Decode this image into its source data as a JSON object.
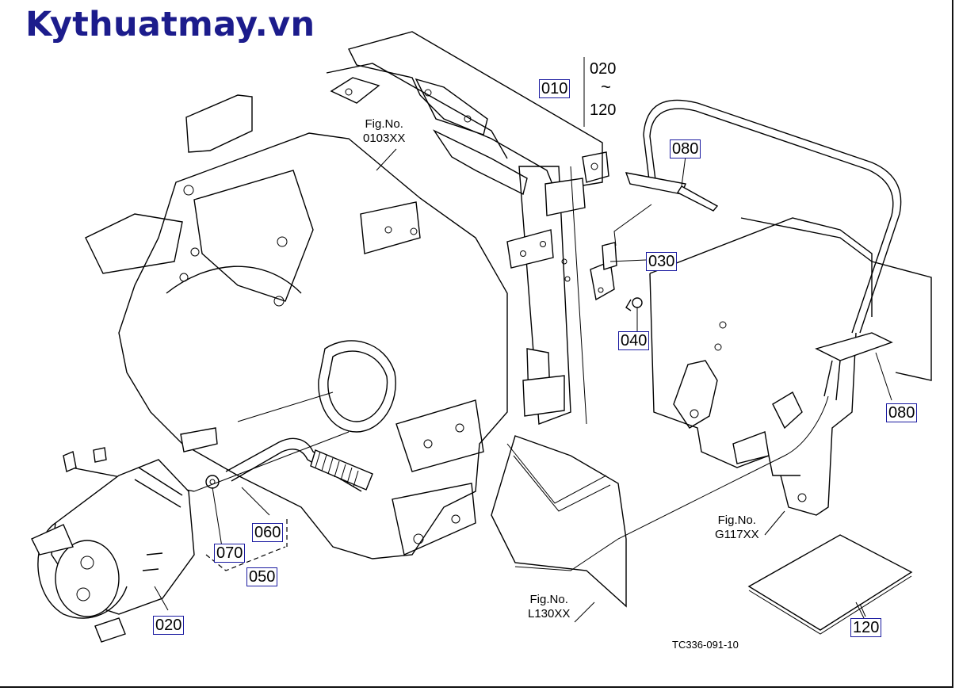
{
  "site_title": "Kythuatmay.vn",
  "callouts": {
    "p010": "010",
    "p020_range_start": "020",
    "p_range_tilde": "~",
    "p120_range_end": "120",
    "p080_top": "080",
    "p030": "030",
    "p040": "040",
    "p080_right": "080",
    "p060": "060",
    "p070": "070",
    "p050": "050",
    "p020": "020",
    "p120": "120"
  },
  "figure_references": [
    {
      "label": "Fig.No.",
      "code": "0103XX"
    },
    {
      "label": "Fig.No.",
      "code": "G117XX"
    },
    {
      "label": "Fig.No.",
      "code": "L130XX"
    }
  ],
  "drawing_id": "TC336-091-10",
  "colors": {
    "title": "#1c1c8c",
    "callout_box": "#1a1aa0",
    "line": "#000000"
  }
}
